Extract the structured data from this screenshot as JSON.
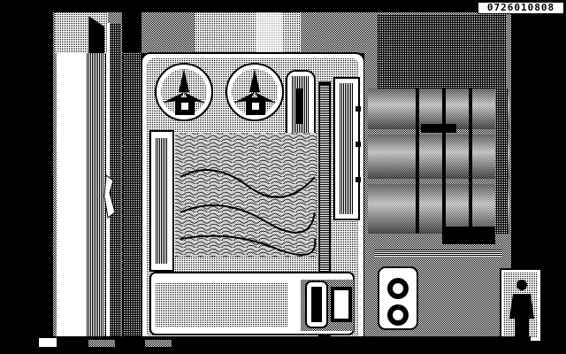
{
  "hud": {
    "score": "0726010808"
  },
  "palette": {
    "ink": "#000000",
    "paper": "#ffffff"
  },
  "objects": [
    {
      "name": "tape-reel-left",
      "kind": "reel"
    },
    {
      "name": "tape-reel-right",
      "kind": "reel"
    },
    {
      "name": "vacuum-tube",
      "kind": "tube"
    },
    {
      "name": "cable-bundle",
      "kind": "wires"
    },
    {
      "name": "indicator-strip",
      "kind": "strip"
    },
    {
      "name": "cylinder-stack",
      "kind": "pipes"
    },
    {
      "name": "speaker-unit",
      "kind": "speaker"
    },
    {
      "name": "exit-door-silhouette",
      "kind": "door"
    }
  ]
}
